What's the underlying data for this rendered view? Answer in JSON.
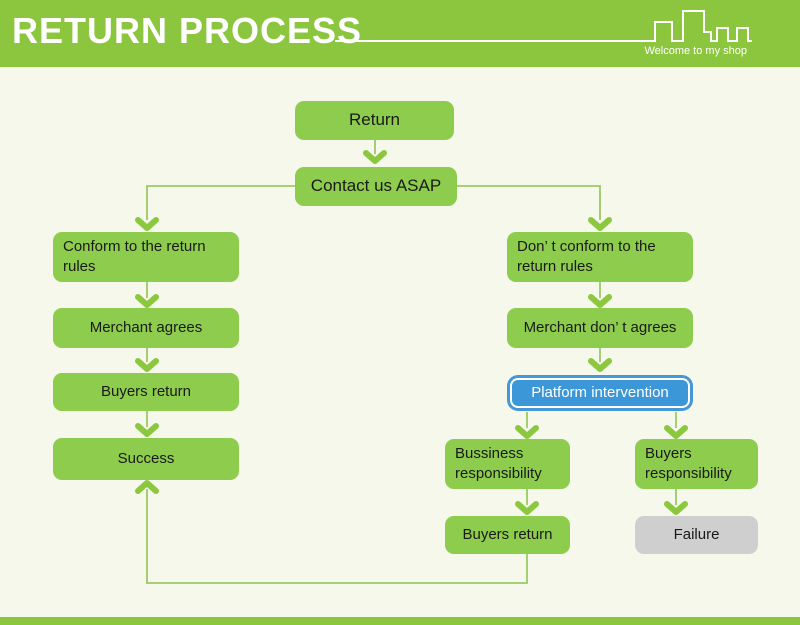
{
  "header": {
    "title": "RETURN PROCESS",
    "tagline": "Welcome to my shop"
  },
  "colors": {
    "header_bg": "#8CC63F",
    "page_bg": "#F5F8EB",
    "node_green": "#8DCC4C",
    "node_blue": "#3B97D8",
    "node_gray": "#CFCFCF",
    "connector_line": "#9CC964",
    "arrowhead": "#8CC83F",
    "node_text": "#1A1A1A",
    "header_text": "#FFFFFF"
  },
  "flowchart": {
    "nodes": [
      {
        "id": "return",
        "label": "Return",
        "type": "green"
      },
      {
        "id": "contact",
        "label": "Contact us ASAP",
        "type": "green"
      },
      {
        "id": "conform-rules",
        "label": "Conform to the return rules",
        "type": "green"
      },
      {
        "id": "merchant-agrees",
        "label": "Merchant agrees",
        "type": "green"
      },
      {
        "id": "buyers-return-left",
        "label": "Buyers return",
        "type": "green"
      },
      {
        "id": "success",
        "label": "Success",
        "type": "green"
      },
      {
        "id": "dont-conform-rules",
        "label": "Don’ t conform to the return rules",
        "type": "green"
      },
      {
        "id": "merchant-dont-agrees",
        "label": "Merchant don’ t agrees",
        "type": "green"
      },
      {
        "id": "platform-intervention",
        "label": "Platform intervention",
        "type": "blue"
      },
      {
        "id": "business-responsibility",
        "label": "Bussiness responsibility",
        "type": "green"
      },
      {
        "id": "buyers-responsibility",
        "label": "Buyers responsibility",
        "type": "green"
      },
      {
        "id": "buyers-return-right",
        "label": "Buyers return",
        "type": "green"
      },
      {
        "id": "failure",
        "label": "Failure",
        "type": "gray"
      }
    ]
  }
}
